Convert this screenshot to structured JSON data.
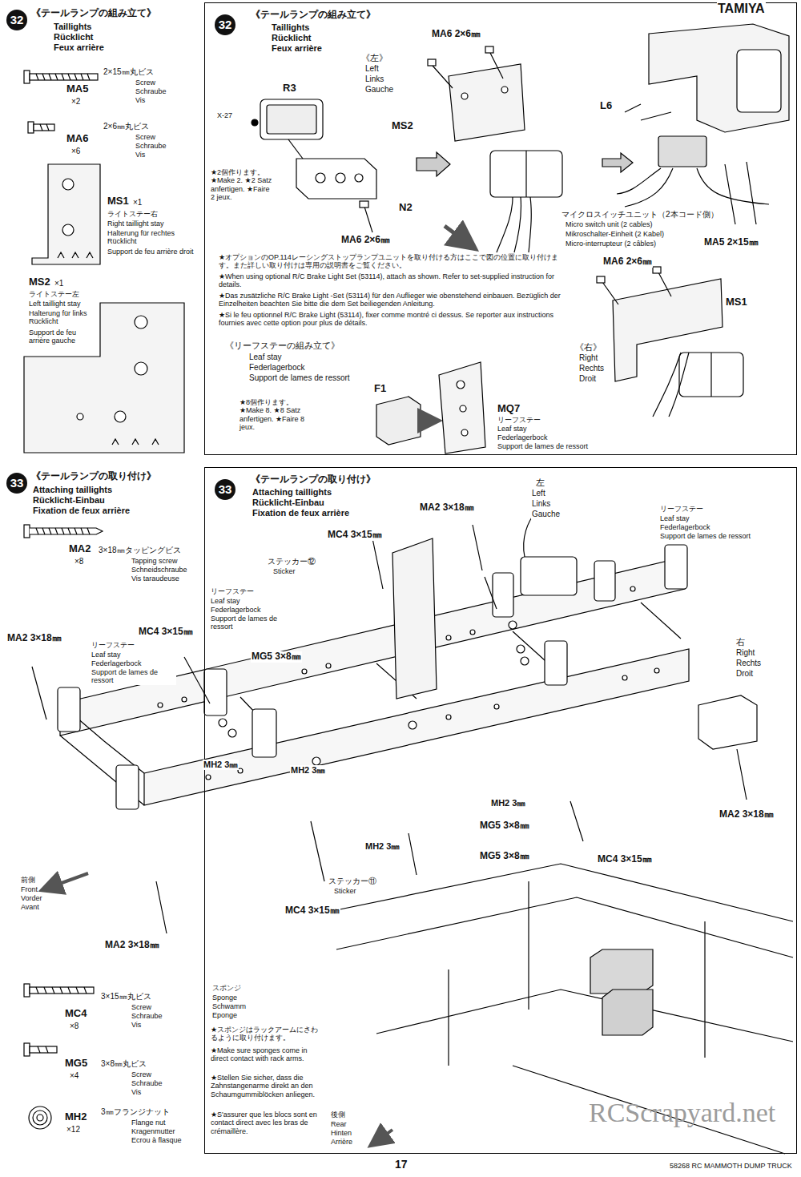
{
  "diagram": {
    "nodes": [
      {
        "text": [
          "32",
          "《テールランプの組み立て》",
          "Taillights",
          "Rücklicht",
          "Feux arrière"
        ]
      },
      {
        "text": [
          "33",
          "《テールランプの取り付け》",
          "Attaching taillights",
          "Rücklicht-Einbau",
          "Fixation de feux arrière"
        ]
      }
    ],
    "labels": [
      "TAMIYA",
      "32",
      "《テールランプの組み立て》",
      "Taillights",
      "Rücklicht",
      "Feux arrière",
      "2×15㎜丸ビス",
      "Screw",
      "Schraube",
      "Vis",
      "MA5",
      "×2",
      "2×6㎜丸ビス",
      "Screw",
      "Schraube",
      "Vis",
      "MA6",
      "×6",
      "MS1",
      "×1",
      "ライトステー右",
      "Right taillight stay",
      "Halterung für rechtes Rücklicht",
      "Support de feu arrière droit",
      "MS2",
      "×1",
      "ライトステー左",
      "Left taillight stay",
      "Halterung für links Rücklicht",
      "Support de feu arrière gauche",
      "R3",
      "X-27",
      "★2個作ります。 ★Make 2. ★2 Satz anfertigen. ★Faire 2 jeux.",
      "N2",
      "MA6 2×6㎜",
      "《左》",
      "Left",
      "Links",
      "Gauche",
      "MA6 2×6㎜",
      "MS2",
      "L6",
      "マイクロスイッチユニット（2本コード側）",
      "Micro switch unit (2 cables)",
      "Mikroschalter-Einheit (2 Kabel)",
      "Micro-interrupteur (2 câbles)",
      "MA5 2×15㎜",
      "★オプションのOP.114レーシングストップランプユニットを取り付ける方はここで図の位置に取り付けます。また詳しい取り付けは専用の説明書をご覧ください。",
      "★When using optional R/C Brake Light Set (53114), attach as shown. Refer to set-supplied instruction for details.",
      "★Das zusätzliche R/C Brake Light -Set (53114) für den Auflieger wie obenstehend einbauen. Bezüglich der Einzelheiten beachten Sie bitte die dem Set beiliegenden Anleitung.",
      "★Si le feu optionnel R/C Brake Light (53114), fixer comme montré ci dessus. Se reporter aux instructions fournies avec cette option pour plus de détails.",
      "MA6 2×6㎜",
      "MS1",
      "《右》",
      "Right",
      "Rechts",
      "Droit",
      "《リーフステーの組み立て》",
      "Leaf stay",
      "Federlagerbock",
      "Support de lames de ressort",
      "★8個作ります。 ★Make 8. ★8 Satz anfertigen. ★Faire 8 jeux.",
      "F1",
      "MQ7",
      "リーフステー",
      "Leaf stay",
      "Federlagerbock",
      "Support de lames de ressort",
      "33",
      "《テールランプの取り付け》",
      "Attaching taillights",
      "Rücklicht-Einbau",
      "Fixation de feux arrière",
      "MA2",
      "3×18㎜タッピングビス",
      "Tapping screw",
      "Schneidschraube",
      "Vis taraudeuse",
      "×8",
      "3×15㎜丸ビス",
      "Screw",
      "Schraube",
      "Vis",
      "MC4",
      "×8",
      "3×8㎜丸ビス",
      "Screw",
      "Schraube",
      "Vis",
      "MG5",
      "×4",
      "3㎜フランジナット",
      "Flange nut",
      "Kragenmutter",
      "Ecrou à flasque",
      "MH2",
      "×12",
      "MC4 3×15㎜",
      "MA2 3×18㎜",
      "ステッカー⑫",
      "Sticker",
      "左",
      "Left",
      "Links",
      "Gauche",
      "リーフステー",
      "Leaf stay",
      "Federlagerbock",
      "Support de lames de ressort",
      "リーフステー",
      "Leaf stay",
      "Federlagerbock",
      "Support de lames de ressort",
      "MA2 3×18㎜",
      "リーフステー",
      "Leaf stay",
      "Federlagerbock",
      "Support de lames de ressort",
      "MC4 3×15㎜",
      "MG5 3×8㎜",
      "MH2 3㎜",
      "MH2 3㎜",
      "MH2 3㎜",
      "MH2 3㎜",
      "右",
      "Right",
      "Rechts",
      "Droit",
      "MC4 3×15㎜",
      "MA2 3×18㎜",
      "MG5 3×8㎜",
      "MG5 3×8㎜",
      "ステッカー⑪",
      "Sticker",
      "MC4 3×15㎜",
      "前側",
      "Front",
      "Vorder",
      "Avant",
      "MA2 3×18㎜",
      "スポンジ",
      "Sponge",
      "Schwamm",
      "Eponge",
      "★スポンジはラックアームにさわるように取り付けます。",
      "★Make sure sponges come in direct contact with rack arms.",
      "★Stellen Sie sicher, dass die Zahnstangenarme direkt an den Schaumgummiblöcken anliegen.",
      "★S'assurer que les blocs sont en contact direct avec les bras de crémaillère.",
      "後側",
      "Rear",
      "Hinten",
      "Arrière",
      "17",
      "58268 RC MAMMOTH DUMP TRUCK",
      "RCScrapyard.net"
    ]
  }
}
